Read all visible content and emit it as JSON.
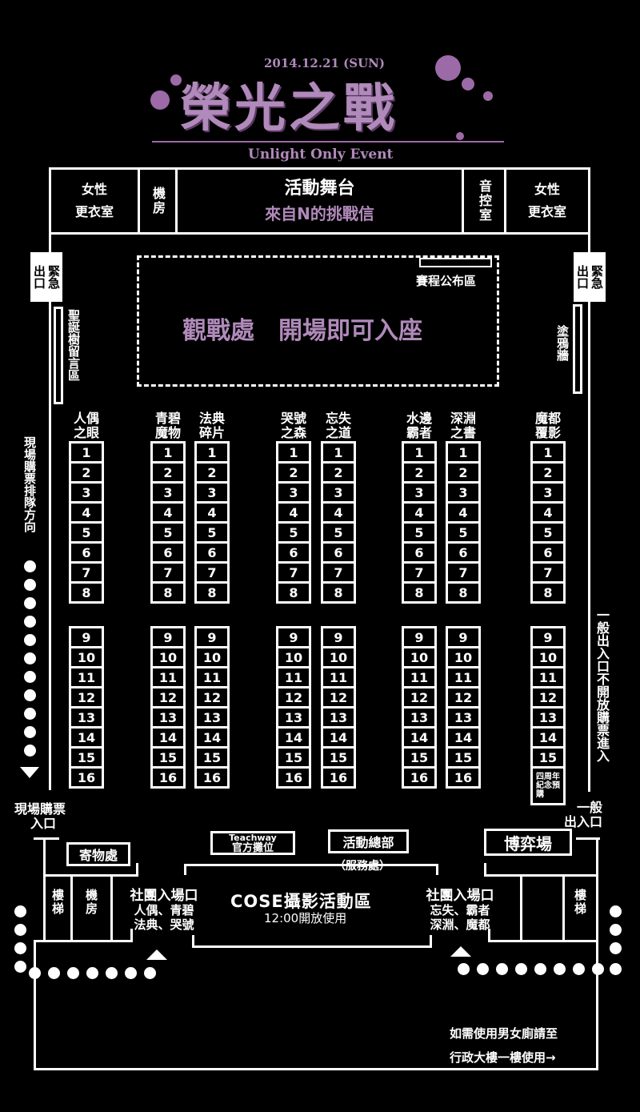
{
  "header": {
    "date": "2014.12.21 (SUN)",
    "title": "榮光之戰",
    "subtitle": "Unlight Only Event"
  },
  "top_rooms": {
    "left_changing": [
      "女性",
      "更衣室"
    ],
    "machine_room": "機房",
    "stage_title": "活動舞台",
    "stage_subtitle": "來自N的挑戰信",
    "sound_room": "音控室",
    "right_changing": [
      "女性",
      "更衣室"
    ]
  },
  "emergency_exit": "緊急出口",
  "schedule_board": "賽程公布區",
  "spectator_area": "觀戰處　開場即可入座",
  "christmas_tree": "聖誕樹留言區",
  "graffiti_wall": "塗鴉牆",
  "queue_direction": "現場購票排隊方向",
  "general_entrance_note": "一般出入口不開放購票進入",
  "table_groups": [
    {
      "name": "人偶之眼",
      "last": "16"
    },
    {
      "name": "青碧魔物",
      "last": "16"
    },
    {
      "name": "法典碎片",
      "last": "16"
    },
    {
      "name": "哭號之森",
      "last": "16"
    },
    {
      "name": "忘失之道",
      "last": "16"
    },
    {
      "name": "水邊霸者",
      "last": "16"
    },
    {
      "name": "深淵之書",
      "last": "16"
    },
    {
      "name": "魔都覆影",
      "last": "四周年紀念預購"
    }
  ],
  "group_labels": [
    [
      "人偶",
      "之眼"
    ],
    [
      "青碧",
      "魔物"
    ],
    [
      "法典",
      "碎片"
    ],
    [
      "哭號",
      "之森"
    ],
    [
      "忘失",
      "之道"
    ],
    [
      "水邊",
      "霸者"
    ],
    [
      "深淵",
      "之書"
    ],
    [
      "魔都",
      "覆影"
    ]
  ],
  "table_numbers": [
    "1",
    "2",
    "3",
    "4",
    "5",
    "6",
    "7",
    "8",
    "9",
    "10",
    "11",
    "12",
    "13",
    "14",
    "15"
  ],
  "anniversary_preorder": "四周年紀念預購",
  "bottom": {
    "ticket_entrance": [
      "現場購票",
      "入口"
    ],
    "general_exit": [
      "一般",
      "出入口"
    ],
    "storage": "寄物處",
    "teachway": [
      "Teachway",
      "官方攤位"
    ],
    "hq": "活動總部",
    "hq_sub": "（服務處）",
    "game_hall": "博弈場",
    "stairs": "樓梯",
    "machine_room": "機房",
    "club_entrance_left": [
      "社團入場口",
      "人偶、青碧",
      "法典、哭號"
    ],
    "club_entrance_right": [
      "社團入場口",
      "忘失、霸者",
      "深淵、魔都"
    ],
    "cose_title": "COSE攝影活動區",
    "cose_time": "12:00開放使用",
    "restroom_note": [
      "如需使用男女廁請至",
      "行政大樓一樓使用→"
    ]
  },
  "colors": {
    "accent": "#b08aba",
    "background": "#000000",
    "line": "#ffffff"
  }
}
